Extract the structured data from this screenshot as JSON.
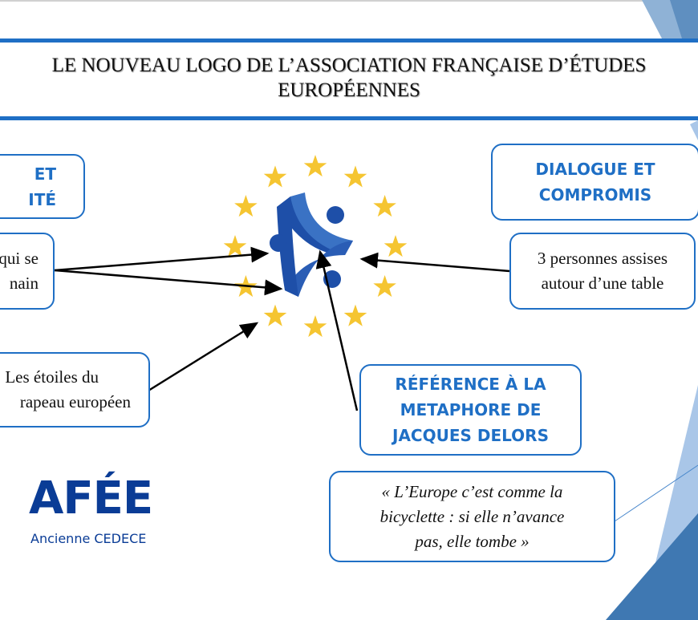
{
  "title": {
    "line1": "LE NOUVEAU LOGO DE L’ASSOCIATION FRANÇAISE D’ÉTUDES",
    "line2": "EUROPÉENNES"
  },
  "boxes": {
    "left_top": {
      "line1": "ET",
      "line2": "ITÉ"
    },
    "left_mid": {
      "line1": "qui se",
      "line2": "nain"
    },
    "left_bottom": {
      "line1": "Les étoiles du",
      "line2": "rapeau européen"
    },
    "right_top": {
      "line1": "DIALOGUE ET",
      "line2": "COMPROMIS"
    },
    "right_mid": {
      "line1": "3 personnes assises",
      "line2": "autour d’une table"
    },
    "reference": {
      "line1": "RÉFÉRENCE À LA",
      "line2": "METAPHORE DE",
      "line3": "JACQUES DELORS"
    },
    "quote": {
      "line1": "« L’Europe c’est comme la",
      "line2": "bicyclette : si elle n’avance",
      "line3": "pas, elle tombe »"
    }
  },
  "brand": {
    "name": "AFÉE",
    "subtitle": "Ancienne CEDECE"
  },
  "colors": {
    "accent": "#1f6fc5",
    "star": "#f5c531",
    "logo": "#1e4fa8",
    "brand": "#0a3c96"
  }
}
